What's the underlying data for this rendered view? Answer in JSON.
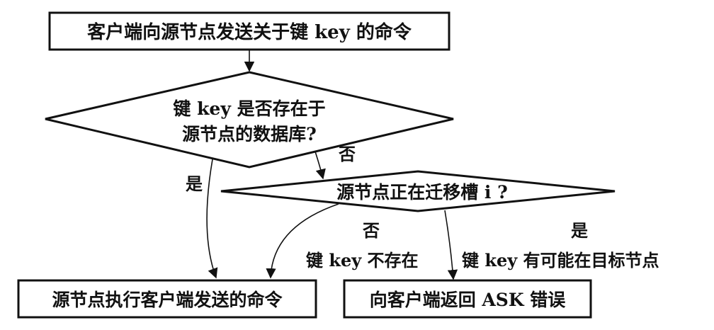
{
  "nodes": {
    "start": "客户端向源节点发送关于键 key 的命令",
    "check_key_line1": "键 key 是否存在于",
    "check_key_line2": "源节点的数据库?",
    "check_migrating": "源节点正在迁移槽 i ?",
    "execute": "源节点执行客户端发送的命令",
    "ask_error": "向客户端返回 ASK 错误"
  },
  "edges": {
    "key_exists_yes": "是",
    "key_exists_no": "否",
    "migrating_no": "否",
    "migrating_no_note": "键 key 不存在",
    "migrating_yes": "是",
    "migrating_yes_note": "键 key 有可能在目标节点"
  }
}
